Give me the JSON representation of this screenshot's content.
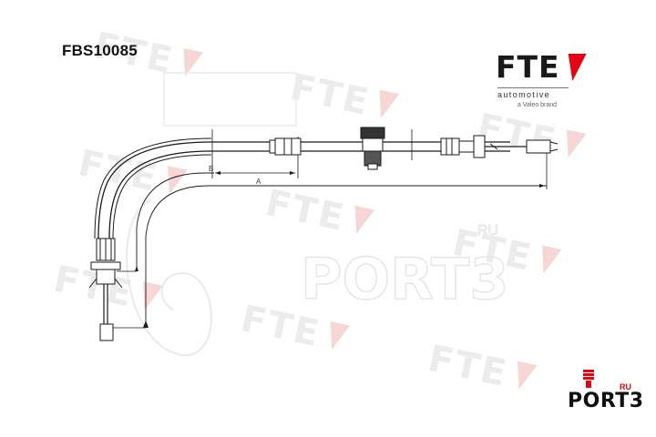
{
  "header": {
    "part_number": "FBS10085"
  },
  "brand": {
    "name": "FTE",
    "subtitle": "automotive",
    "tagline": "a Valeo brand",
    "accent_color": "#e30613"
  },
  "drawing": {
    "dimension_b": "B",
    "dimension_a": "A",
    "line_color": "#1a1a1a"
  },
  "watermark": {
    "repeated_text": "FTE",
    "center_text": "PORT3",
    "center_superscript": "RU"
  },
  "stamp": {
    "word": "PORT3",
    "superscript": "RU"
  }
}
